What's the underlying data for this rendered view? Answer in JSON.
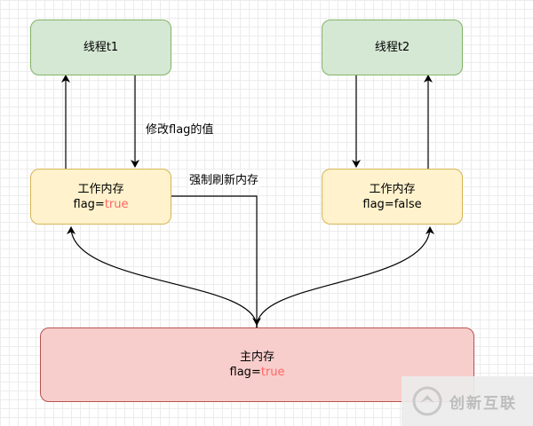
{
  "nodes": {
    "thread_t1": {
      "label": "线程t1"
    },
    "thread_t2": {
      "label": "线程t2"
    },
    "working_memory_t1": {
      "title": "工作内存",
      "flag_prefix": "flag=",
      "flag_value": "true"
    },
    "working_memory_t2": {
      "title": "工作内存",
      "flag_prefix": "flag=",
      "flag_value": "false"
    },
    "main_memory": {
      "title": "主内存",
      "flag_prefix": "flag=",
      "flag_value": "true"
    }
  },
  "edge_labels": {
    "modify_flag": "修改flag的值",
    "force_flush": "强制刷新内存"
  },
  "watermark": {
    "text": "创新互联"
  },
  "colors": {
    "thread_fill": "#d5e8d4",
    "thread_border": "#82b366",
    "working_fill": "#fff2cc",
    "working_border": "#d6b656",
    "main_fill": "#f8cecc",
    "main_border": "#b85450",
    "highlight_value": "#ff6666"
  }
}
